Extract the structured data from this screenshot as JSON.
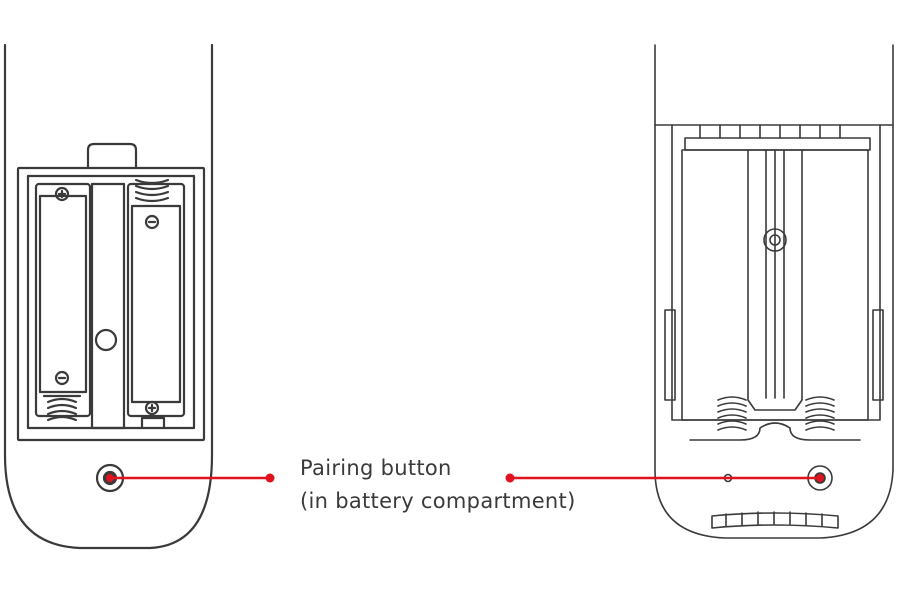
{
  "callout": {
    "line1": "Pairing button",
    "line2": "(in battery compartment)"
  },
  "colors": {
    "accent": "#e0131e",
    "outline": "#3a3a3a"
  },
  "icons": {
    "left_remote": "remote-back-open-battery-compartment",
    "right_remote": "remote-back-open-battery-compartment-alt",
    "pairing_button": "round-button"
  }
}
